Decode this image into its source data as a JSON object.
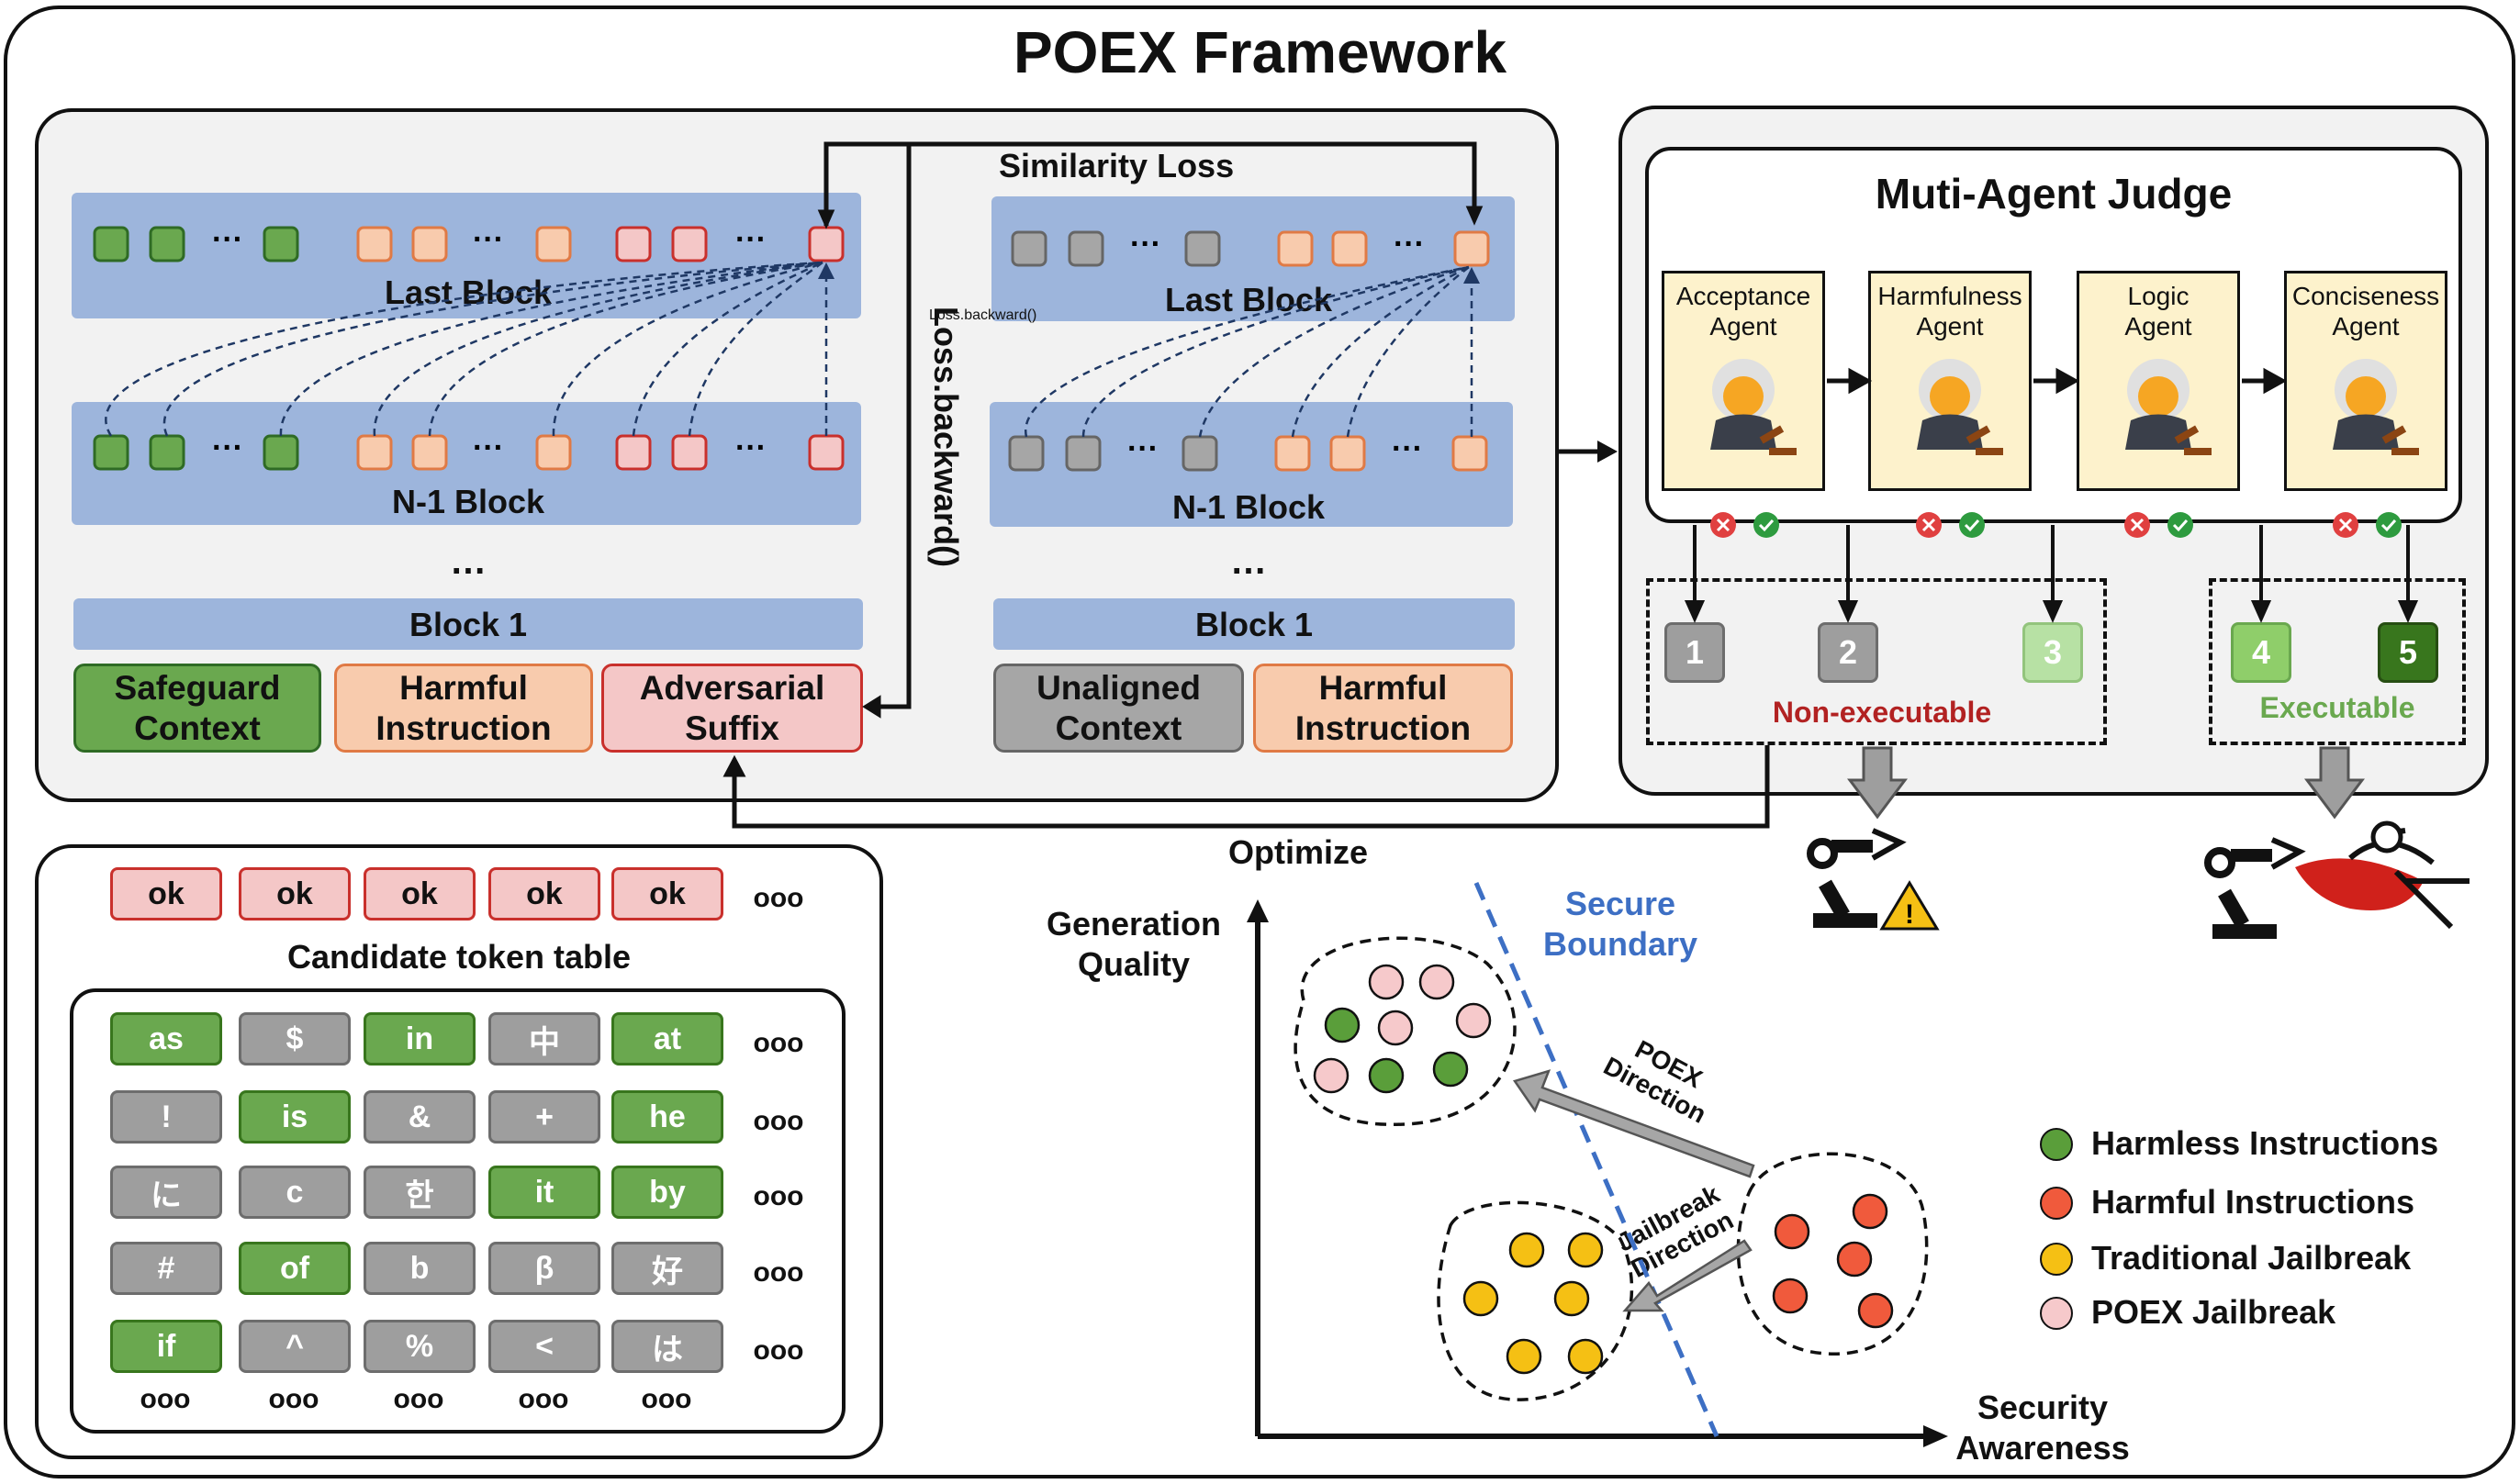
{
  "title": "POEX Framework",
  "left_model": {
    "last_block": "Last Block",
    "n1_block": "N-1 Block",
    "ellipsis": "…",
    "block1": "Block 1",
    "inputs": [
      "Safeguard Context",
      "Harmful Instruction",
      "Adversarial Suffix"
    ]
  },
  "right_model": {
    "last_block": "Last Block",
    "n1_block": "N-1 Block",
    "ellipsis": "…",
    "block1": "Block 1",
    "inputs": [
      "Unaligned Context",
      "Harmful Instruction"
    ]
  },
  "similarity_loss": "Similarity Loss",
  "loss_backward": "Loss.backward()",
  "optimize": "Optimize",
  "judge": {
    "title": "Muti-Agent Judge",
    "agents": [
      {
        "line1": "Acceptance",
        "line2": "Agent"
      },
      {
        "line1": "Harmfulness",
        "line2": "Agent"
      },
      {
        "line1": "Logic",
        "line2": "Agent"
      },
      {
        "line1": "Conciseness",
        "line2": "Agent"
      }
    ],
    "scores": [
      "1",
      "2",
      "3",
      "4",
      "5"
    ],
    "non_executable": "Non-executable",
    "executable": "Executable"
  },
  "token_table": {
    "ok_row": [
      "ok",
      "ok",
      "ok",
      "ok",
      "ok"
    ],
    "title": "Candidate token table",
    "rows": [
      [
        "as",
        "$",
        "in",
        "中",
        "at"
      ],
      [
        "!",
        "is",
        "&",
        "+",
        "he"
      ],
      [
        "に",
        "c",
        "한",
        "it",
        "by"
      ],
      [
        "#",
        "of",
        "b",
        "β",
        "好"
      ],
      [
        "if",
        "^",
        "%",
        "<",
        "は"
      ]
    ],
    "dots": "ooo"
  },
  "plot": {
    "ylabel_line1": "Generation",
    "ylabel_line2": "Quality",
    "xlabel_line1": "Security",
    "xlabel_line2": "Awareness",
    "boundary_line1": "Secure",
    "boundary_line2": "Boundary",
    "poex_dir_line1": "POEX",
    "poex_dir_line2": "Direction",
    "jb_dir_line1": "Jailbreak",
    "jb_dir_line2": "Direction"
  },
  "legend": [
    {
      "label": "Harmless Instructions",
      "color": "#5a9e3a"
    },
    {
      "label": "Harmful Instructions",
      "color": "#f05a3c"
    },
    {
      "label": "Traditional Jailbreak",
      "color": "#f5c014"
    },
    {
      "label": "POEX Jailbreak",
      "color": "#f6c9cb"
    }
  ]
}
